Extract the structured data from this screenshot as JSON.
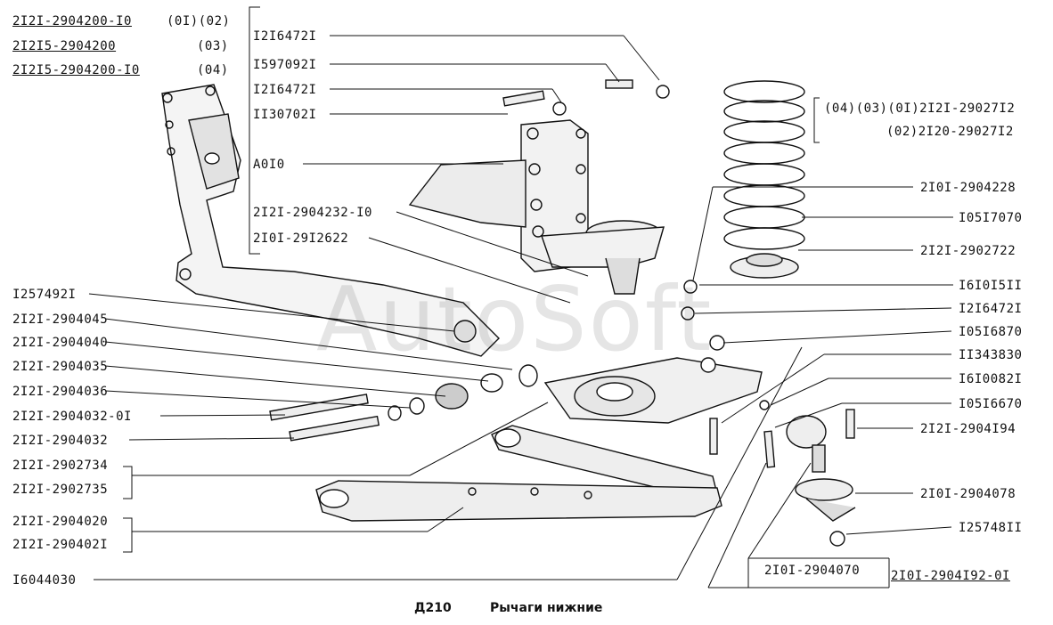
{
  "header": {
    "codes": [
      {
        "code": "2I2I-2904200-I0",
        "variant": "(0I)(02)"
      },
      {
        "code": "2I2I5-2904200",
        "variant": "(03)"
      },
      {
        "code": "2I2I5-2904200-I0",
        "variant": "(04)"
      }
    ]
  },
  "labels_left_top": [
    "I2I6472I",
    "I597092I",
    "I2I6472I",
    "II30702I",
    "A0I0",
    "2I2I-2904232-I0",
    "2I0I-29I2622"
  ],
  "labels_left": [
    "I257492I",
    "2I2I-2904045",
    "2I2I-2904040",
    "2I2I-2904035",
    "2I2I-2904036",
    "2I2I-2904032-0I",
    "2I2I-2904032"
  ],
  "group_2734": [
    "2I2I-2902734",
    "2I2I-2902735"
  ],
  "group_4020": [
    "2I2I-2904020",
    "2I2I-290402I"
  ],
  "label_bottom_left": "I6044030",
  "labels_right": [
    "(04)(03)(0I)2I2I-29027I2",
    "(02)2I20-29027I2",
    "2I0I-2904228",
    "I05I7070",
    "2I2I-2902722",
    "I6I0I5II",
    "I2I6472I",
    "I05I6870",
    "II343830",
    "I6I0082I",
    "I05I6670",
    "2I2I-2904I94",
    "2I0I-2904078",
    "I25748II"
  ],
  "box_2904070": "2I0I-2904070",
  "label_29041920": "2I0I-2904I92-0I",
  "footer": {
    "code": "Д210",
    "title": "Рычаги нижние"
  },
  "watermark": "AutoSoft"
}
